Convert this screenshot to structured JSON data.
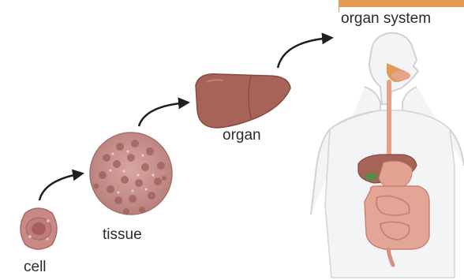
{
  "labels": {
    "cell": "cell",
    "tissue": "tissue",
    "organ": "organ",
    "organ_system": "organ system"
  },
  "colors": {
    "cell": "#c98a86",
    "tissue": "#c48a86",
    "organ": "#a86358",
    "arrow": "#1f1f1f",
    "body_outline": "#cfd3d6",
    "body_fill": "#f3f4f5",
    "accent_bar": "#e79a55"
  }
}
